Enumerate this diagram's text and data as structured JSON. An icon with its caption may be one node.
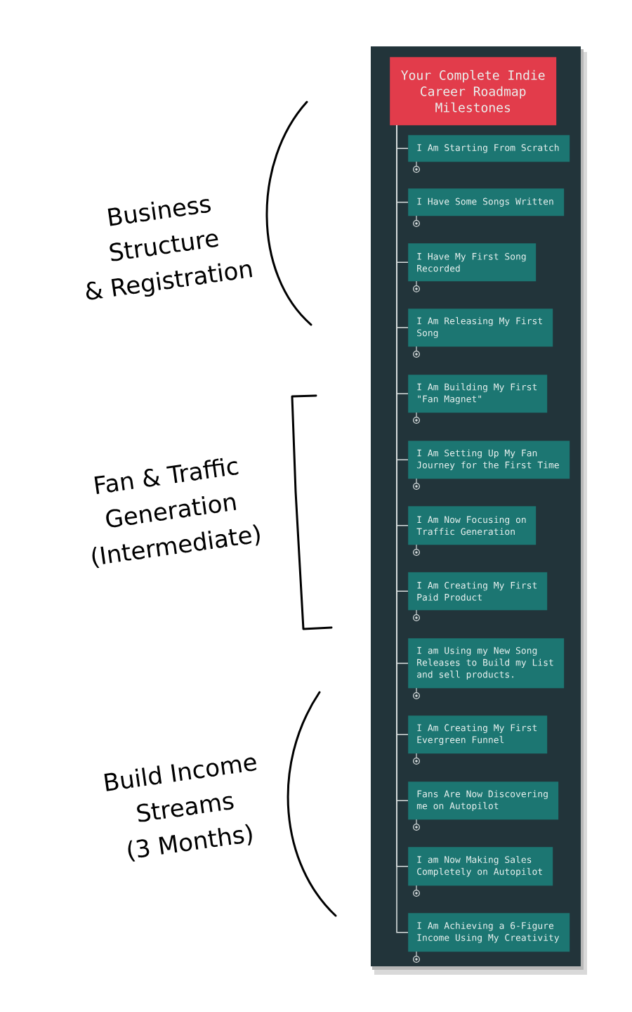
{
  "diagram": {
    "nodes": [
      {
        "text": [
          "Your Complete Indie Career Roadmap Milestones"
        ]
      },
      {
        "text": [
          "I Am Starting From Scratch"
        ]
      },
      {
        "text": [
          "I Have Some Songs Written"
        ]
      },
      {
        "text": [
          "I Have My First Song Recorded"
        ]
      },
      {
        "text": [
          "I Am Releasing My First Song"
        ]
      },
      {
        "text": [
          "I Am Building My First \"Fan Magnet\""
        ]
      },
      {
        "text": [
          "I Am Setting Up My Fan Journey for the First Time"
        ]
      },
      {
        "text": [
          "I Am Now Focusing on Traffic Generation"
        ]
      },
      {
        "text": [
          "I Am Creating My First Paid Product"
        ]
      },
      {
        "text": [
          "I am Using my New Song Releases to Build my List and sell products."
        ]
      },
      {
        "text": [
          "I Am Creating My First Evergreen Funnel"
        ]
      },
      {
        "text": [
          "Fans Are Now Discovering me on Autopilot"
        ]
      },
      {
        "text": [
          "I am Now Making Sales Completely on Autopilot"
        ]
      },
      {
        "text": [
          "I Am Achieving a 6-Figure Income Using My Creativity"
        ]
      }
    ],
    "edges": [
      {
        "from": 0,
        "to": 1,
        "arrow": "none"
      },
      {
        "from": 0,
        "to": 2,
        "arrow": "none"
      },
      {
        "from": 0,
        "to": 3,
        "arrow": "none"
      },
      {
        "from": 0,
        "to": 4,
        "arrow": "none"
      },
      {
        "from": 0,
        "to": 5,
        "arrow": "none"
      },
      {
        "from": 0,
        "to": 6,
        "arrow": "none"
      },
      {
        "from": 0,
        "to": 7,
        "arrow": "none"
      },
      {
        "from": 0,
        "to": 8,
        "arrow": "none"
      },
      {
        "from": 0,
        "to": 9,
        "arrow": "none"
      },
      {
        "from": 0,
        "to": 10,
        "arrow": "none"
      },
      {
        "from": 0,
        "to": 11,
        "arrow": "none"
      },
      {
        "from": 0,
        "to": 12,
        "arrow": "none"
      },
      {
        "from": 0,
        "to": 13,
        "arrow": "none"
      }
    ],
    "labels": [
      "Business Structure & Registration",
      "Fan & Traffic Generation (Intermediate)",
      "Build Income Streams (3 Months)"
    ]
  }
}
